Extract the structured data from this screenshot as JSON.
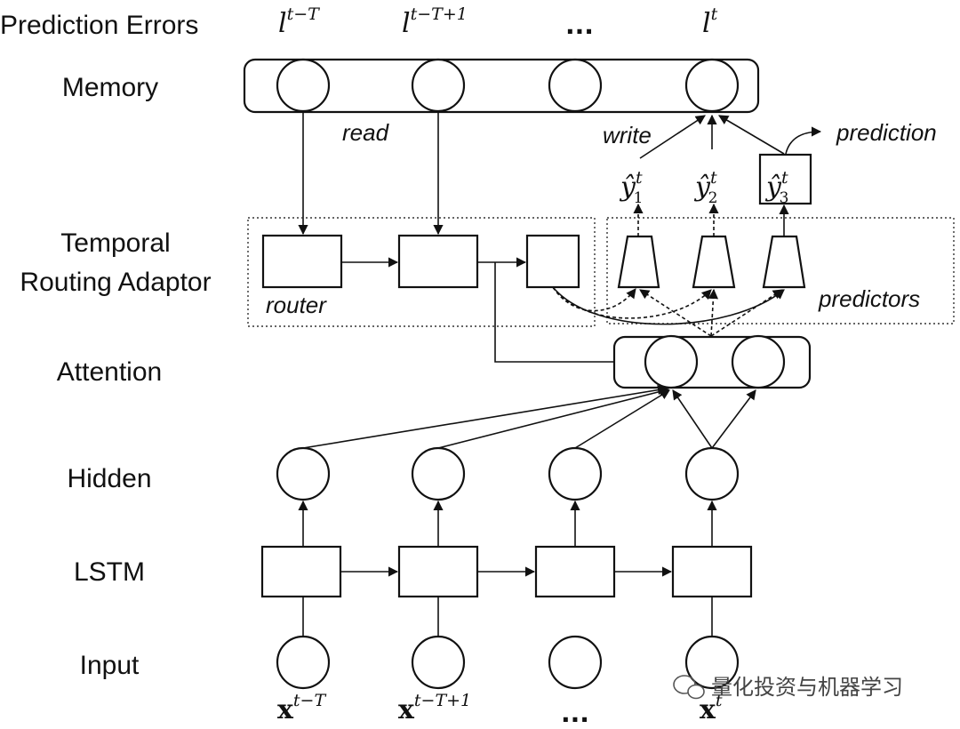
{
  "row_labels": {
    "prediction_errors": "Prediction Errors",
    "memory": "Memory",
    "temporal_line1": "Temporal",
    "temporal_line2": "Routing Adaptor",
    "attention": "Attention",
    "hidden": "Hidden",
    "lstm": "LSTM",
    "input": "Input"
  },
  "error_symbols": [
    {
      "base": "l",
      "sup": "t−T"
    },
    {
      "base": "l",
      "sup": "t−T+1"
    },
    {
      "dots": "..."
    },
    {
      "base": "l",
      "sup": "t"
    }
  ],
  "input_symbols": [
    {
      "base": "x",
      "sup": "t−T"
    },
    {
      "base": "x",
      "sup": "t−T+1"
    },
    {
      "dots": "..."
    },
    {
      "base": "x",
      "sup": "t"
    }
  ],
  "annotations": {
    "read": "read",
    "write": "write",
    "prediction": "prediction",
    "router": "router",
    "predictors": "predictors"
  },
  "outputs": [
    {
      "base": "ŷ",
      "sub": "1",
      "sup": "t"
    },
    {
      "base": "ŷ",
      "sub": "2",
      "sup": "t"
    },
    {
      "base": "ŷ",
      "sub": "3",
      "sup": "t"
    }
  ],
  "watermark": "量化投资与机器学习",
  "colors": {
    "ink": "#111111",
    "background": "#ffffff"
  }
}
